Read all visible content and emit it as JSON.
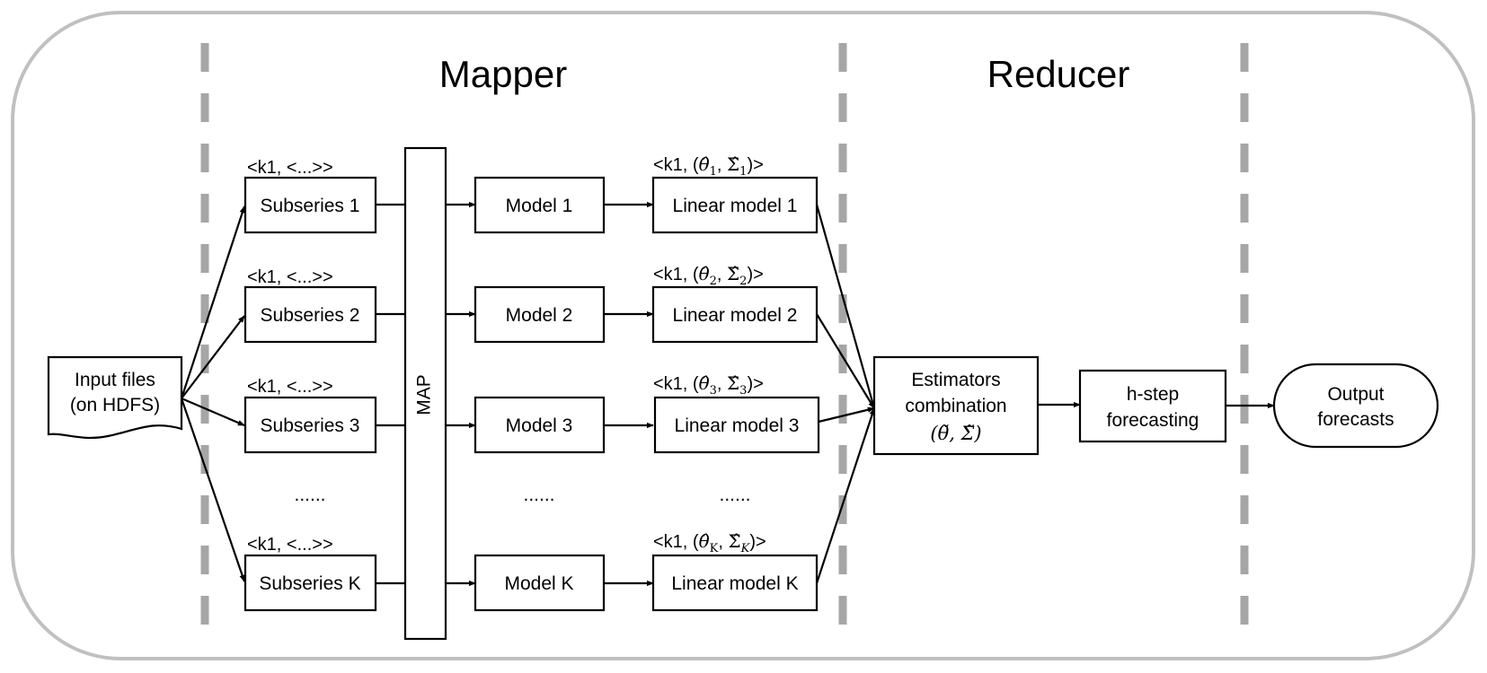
{
  "sections": {
    "mapper": "Mapper",
    "reducer": "Reducer"
  },
  "input": {
    "line1": "Input files",
    "line2": "(on HDFS)"
  },
  "key_label": "<k1, <...>>",
  "map_label": "MAP",
  "subseries": [
    "Subseries 1",
    "Subseries 2",
    "Subseries 3",
    "Subseries K"
  ],
  "models": [
    "Model 1",
    "Model 2",
    "Model 3",
    "Model K"
  ],
  "linear_models": [
    "Linear model 1",
    "Linear model 2",
    "Linear model 3",
    "Linear model K"
  ],
  "estimate_keys": [
    {
      "prefix": "<k1, (",
      "theta": "θ̂",
      "sub1": "1",
      "sep": ", ",
      "sigma": "Σ̂",
      "sub2": "1",
      "suffix": ")>"
    },
    {
      "prefix": "<k1, (",
      "theta": "θ̂",
      "sub1": "2",
      "sep": ", ",
      "sigma": "Σ̂",
      "sub2": "2",
      "suffix": ")>"
    },
    {
      "prefix": "<k1, (",
      "theta": "θ̂",
      "sub1": "3",
      "sep": ", ",
      "sigma": "Σ̂",
      "sub2": "3",
      "suffix": ")>"
    },
    {
      "prefix": "<k1, (",
      "theta": "θ̂",
      "sub1": "K",
      "sep": ", ",
      "sigma": "Σ̂",
      "sub2": "K",
      "suffix": ")>"
    }
  ],
  "ellipsis": "......",
  "combination": {
    "line1": "Estimators",
    "line2": "combination",
    "line3": "(θ̃, Σ̃)"
  },
  "forecasting": {
    "line1": "h-step",
    "line2": "forecasting"
  },
  "output": {
    "line1": "Output",
    "line2": "forecasts"
  }
}
